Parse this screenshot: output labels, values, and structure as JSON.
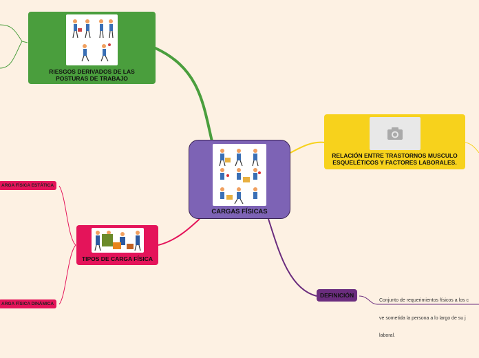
{
  "central": {
    "title": "CARGAS FÍSICAS",
    "color": "#7d63b5",
    "border": "#3b2253"
  },
  "nodes": {
    "riesgos": {
      "title": "RIESGOS DERIVADOS DE LAS POSTURAS DE TRABAJO",
      "color": "#4a9e3d",
      "image_icon": "posture-illustration-icon"
    },
    "relacion": {
      "title": "RELACIÓN ENTRE TRASTORNOS MUSCULO ESQUELÉTICOS Y FACTORES LABORALES.",
      "color": "#f7d21c",
      "image_icon": "camera-placeholder-icon"
    },
    "tipos": {
      "title": "TIPOS DE CARGA FÍSICA",
      "color": "#e4145a",
      "image_icon": "workers-illustration-icon"
    },
    "definicion": {
      "title": "DEFINICIÓN",
      "color": "#6b2d7e",
      "text_line1": "Conjunto de requerimientos físicos a los c",
      "text_line2": "ve sometida la persona a lo largo de su j",
      "text_line3": "laboral."
    }
  },
  "subtopics": {
    "estatica": "ARGA FÍSICA ESTÁTICA",
    "dinamica": "ARGA FÍSICA DINÁMICA"
  },
  "colors": {
    "green_branch": "#4a9e3d",
    "yellow_branch": "#f7d21c",
    "pink_branch": "#e4145a",
    "purple_branch": "#6b2d7e"
  }
}
